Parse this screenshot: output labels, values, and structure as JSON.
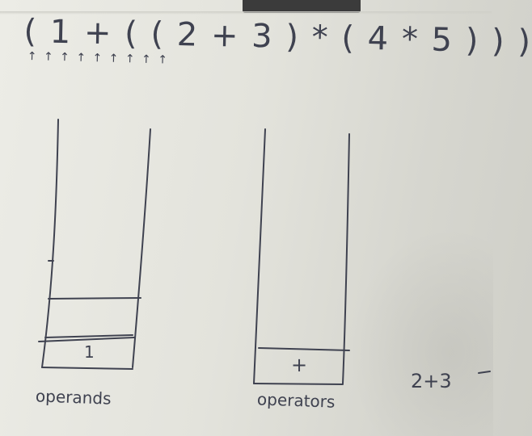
{
  "whiteboard": {
    "expression": "( 1 + ( ( 2 + 3 ) * ( 4 * 5 ) ) )",
    "arrows": "↑ ↑ ↑   ↑ ↑ ↑ ↑ ↑ ↑",
    "operand_stack": {
      "label": "operands",
      "cells": [
        "1"
      ]
    },
    "operator_stack": {
      "label": "operators",
      "cells": [
        "+"
      ]
    },
    "side_note": "2+3"
  }
}
